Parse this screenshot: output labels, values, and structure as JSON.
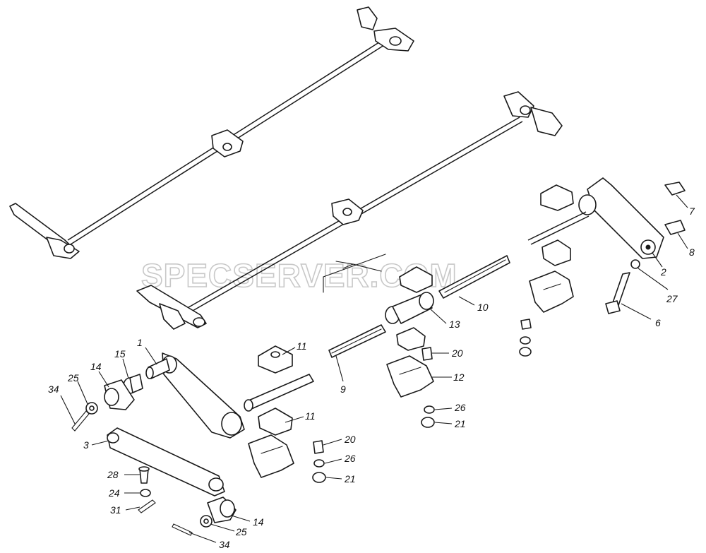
{
  "watermark": "SPECSERVER.COM",
  "callouts": {
    "c1": "1",
    "c2": "2",
    "c3": "3",
    "c6": "6",
    "c7": "7",
    "c8": "8",
    "c9": "9",
    "c10": "10",
    "c11a": "11",
    "c11b": "11",
    "c12": "12",
    "c13": "13",
    "c14a": "14",
    "c14b": "14",
    "c15": "15",
    "c20a": "20",
    "c20b": "20",
    "c21a": "21",
    "c21b": "21",
    "c24": "24",
    "c25a": "25",
    "c25b": "25",
    "c26a": "26",
    "c26b": "26",
    "c27": "27",
    "c28": "28",
    "c31": "31",
    "c34a": "34",
    "c34b": "34"
  }
}
